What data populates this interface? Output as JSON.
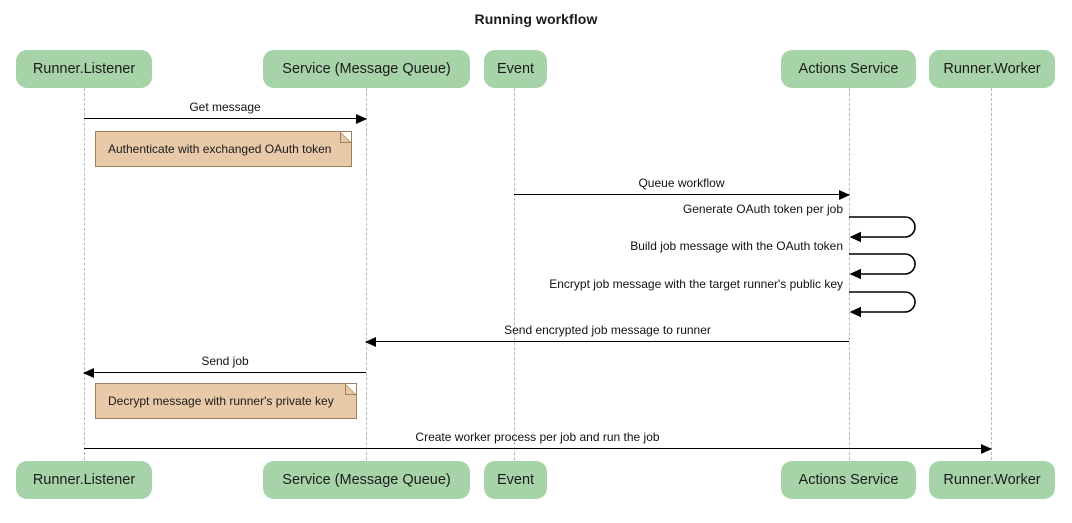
{
  "diagram": {
    "type": "sequence-diagram",
    "title": "Running workflow",
    "colors": {
      "participant_fill": "#a6d4a8",
      "note_fill": "#e8c9a8",
      "note_border": "#a07f5e",
      "lifeline": "#b9b9b9",
      "arrow": "#000000",
      "background": "#ffffff"
    },
    "participants": [
      {
        "id": "runner-listener",
        "label": "Runner.Listener"
      },
      {
        "id": "service-message-queue",
        "label": "Service (Message Queue)"
      },
      {
        "id": "event",
        "label": "Event"
      },
      {
        "id": "actions-service",
        "label": "Actions Service"
      },
      {
        "id": "runner-worker",
        "label": "Runner.Worker"
      }
    ],
    "messages": [
      {
        "id": "get-message",
        "label": "Get message",
        "from": "runner-listener",
        "to": "service-message-queue",
        "direction": "right",
        "kind": "message"
      },
      {
        "id": "authenticate-note",
        "label": "Authenticate with exchanged OAuth token",
        "kind": "note",
        "over": "runner-listener"
      },
      {
        "id": "queue-workflow",
        "label": "Queue workflow",
        "from": "event",
        "to": "actions-service",
        "direction": "right",
        "kind": "message"
      },
      {
        "id": "generate-oauth-token",
        "label": "Generate OAuth token per job",
        "from": "actions-service",
        "to": "actions-service",
        "kind": "self-message"
      },
      {
        "id": "build-job-message",
        "label": "Build job message with the OAuth token",
        "from": "actions-service",
        "to": "actions-service",
        "kind": "self-message"
      },
      {
        "id": "encrypt-job-message",
        "label": "Encrypt job message with the target runner's public key",
        "from": "actions-service",
        "to": "actions-service",
        "kind": "self-message"
      },
      {
        "id": "send-encrypted-job-message",
        "label": "Send encrypted job message to runner",
        "from": "actions-service",
        "to": "service-message-queue",
        "direction": "left",
        "kind": "message"
      },
      {
        "id": "send-job",
        "label": "Send job",
        "from": "service-message-queue",
        "to": "runner-listener",
        "direction": "left",
        "kind": "message"
      },
      {
        "id": "decrypt-note",
        "label": "Decrypt message with runner's private key",
        "kind": "note",
        "over": "runner-listener"
      },
      {
        "id": "create-worker-process",
        "label": "Create worker process per job and run the job",
        "from": "runner-listener",
        "to": "runner-worker",
        "direction": "right",
        "kind": "message"
      }
    ]
  }
}
